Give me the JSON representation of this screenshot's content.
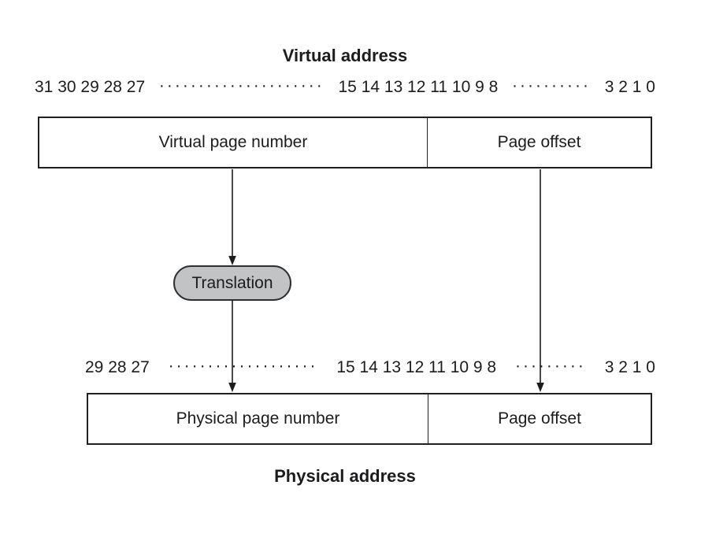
{
  "virtual": {
    "title": "Virtual address",
    "bits_high": "31 30 29 28 27",
    "bits_dots1": "·····················",
    "bits_mid": "15 14 13 12 11 10 9 8",
    "bits_dots2": "··········",
    "bits_low": "3 2 1 0",
    "page_number_label": "Virtual page number",
    "offset_label": "Page offset"
  },
  "translation": {
    "label": "Translation"
  },
  "physical": {
    "title": "Physical address",
    "bits_high": "29 28 27",
    "bits_dots1": "···················",
    "bits_mid": "15 14 13 12 11 10 9 8",
    "bits_dots2": "·········",
    "bits_low": "3 2 1 0",
    "page_number_label": "Physical page number",
    "offset_label": "Page offset"
  },
  "colors": {
    "line": "#1c1c1e",
    "box_border": "#231f20",
    "translation_fill": "#c2c3c5"
  }
}
